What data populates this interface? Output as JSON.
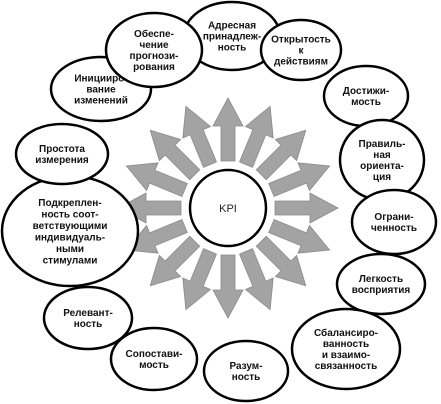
{
  "center": {
    "label": "KPI"
  },
  "colors": {
    "arrow_fill": "#a3a3a3",
    "stroke": "#000000",
    "background": "#ffffff"
  },
  "nodes": [
    {
      "id": "adresnaya",
      "lines": [
        "Адресная",
        "принадлеж-",
        "ность"
      ]
    },
    {
      "id": "otkrytost",
      "lines": [
        "Открытость",
        "к",
        "действиям"
      ]
    },
    {
      "id": "dostizhimost",
      "lines": [
        "Достижи-",
        "мость"
      ]
    },
    {
      "id": "pravilnaya",
      "lines": [
        "Правиль-",
        "ная",
        "ориента-",
        "ция"
      ]
    },
    {
      "id": "ogranichennost",
      "lines": [
        "Ограни-",
        "ченность"
      ]
    },
    {
      "id": "legkost",
      "lines": [
        "Легкость",
        "восприятия"
      ]
    },
    {
      "id": "sbalansirovannost",
      "lines": [
        "Сбалансиро-",
        "ванность",
        "и взаимо-",
        "связанность"
      ]
    },
    {
      "id": "razumnost",
      "lines": [
        "Разум-",
        "ность"
      ]
    },
    {
      "id": "sopostavimost",
      "lines": [
        "Сопостави-",
        "мость"
      ]
    },
    {
      "id": "relevantnost",
      "lines": [
        "Релевант-",
        "ность"
      ]
    },
    {
      "id": "podkreplennost",
      "lines": [
        "Подкреплен-",
        "ность соот-",
        "ветствующими",
        "индивидуаль-",
        "ными",
        "стимулами"
      ]
    },
    {
      "id": "prostota",
      "lines": [
        "Простота",
        "измерения"
      ]
    },
    {
      "id": "iniciirovanie",
      "lines": [
        "Иницииро-",
        "вание",
        "изменений"
      ]
    },
    {
      "id": "obespechenie",
      "lines": [
        "Обеспе-",
        "чение",
        "прогнози-",
        "рования"
      ]
    }
  ]
}
